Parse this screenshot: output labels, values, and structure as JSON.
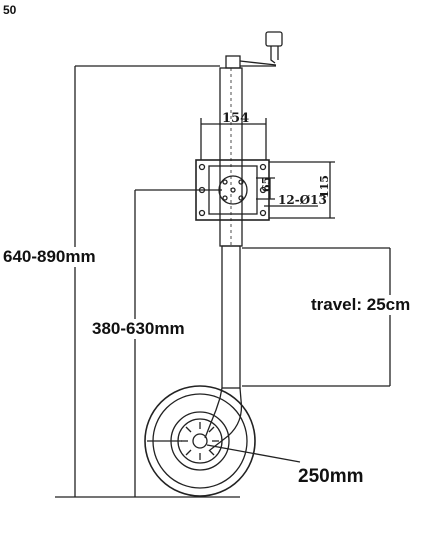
{
  "corner_label": "50",
  "labels": {
    "overall_height": "640-890mm",
    "wheel_height": "380-630mm",
    "travel": "travel: 25cm",
    "wheel_diameter": "250mm",
    "plate_width": "154",
    "hole_spacing": "65",
    "plate_height": "115",
    "bolt_holes": "12-Ø13"
  },
  "colors": {
    "line": "#222222",
    "text": "#111111",
    "background": "#ffffff"
  }
}
